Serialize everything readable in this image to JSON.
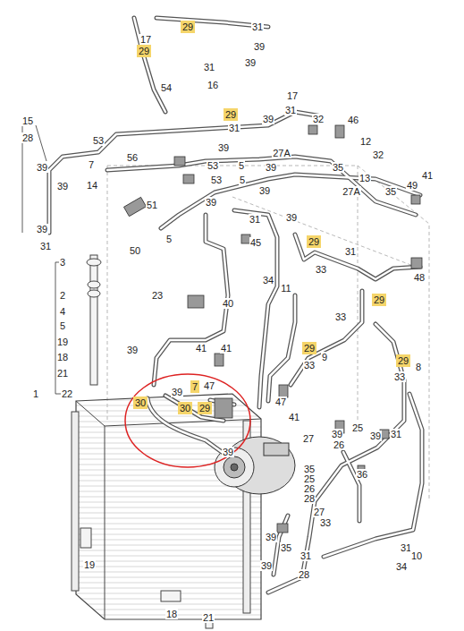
{
  "diagram": {
    "nodes": [
      {
        "text": [
          "29"
        ]
      },
      {
        "text": [
          "29"
        ]
      },
      {
        "text": [
          "29"
        ]
      },
      {
        "text": [
          "29"
        ]
      },
      {
        "text": [
          "29"
        ]
      },
      {
        "text": [
          "29"
        ]
      },
      {
        "text": [
          "29"
        ]
      },
      {
        "text": [
          "30"
        ]
      },
      {
        "text": [
          "7"
        ]
      },
      {
        "text": [
          "30"
        ]
      },
      {
        "text": [
          "29"
        ]
      }
    ],
    "labels": [
      "17",
      "31",
      "39",
      "31",
      "39",
      "54",
      "16",
      "17",
      "31",
      "39",
      "31",
      "39",
      "32",
      "46",
      "12",
      "32",
      "27A",
      "39",
      "35",
      "13",
      "27A",
      "35",
      "41",
      "49",
      "53",
      "5",
      "53",
      "5",
      "39",
      "15",
      "28",
      "53",
      "56",
      "7",
      "39",
      "14",
      "39",
      "39",
      "31",
      "39",
      "51",
      "5",
      "50",
      "39",
      "31",
      "45",
      "31",
      "33",
      "48",
      "34",
      "11",
      "3",
      "2",
      "4",
      "5",
      "19",
      "18",
      "21",
      "1",
      "22",
      "23",
      "40",
      "39",
      "41",
      "41",
      "33",
      "33",
      "9",
      "8",
      "33",
      "47",
      "39",
      "47",
      "41",
      "39",
      "27",
      "39",
      "25",
      "39",
      "31",
      "26",
      "35",
      "25",
      "26",
      "28",
      "36",
      "27",
      "33",
      "39",
      "35",
      "39",
      "31",
      "28",
      "31",
      "10",
      "34",
      "19",
      "18",
      "21"
    ]
  }
}
